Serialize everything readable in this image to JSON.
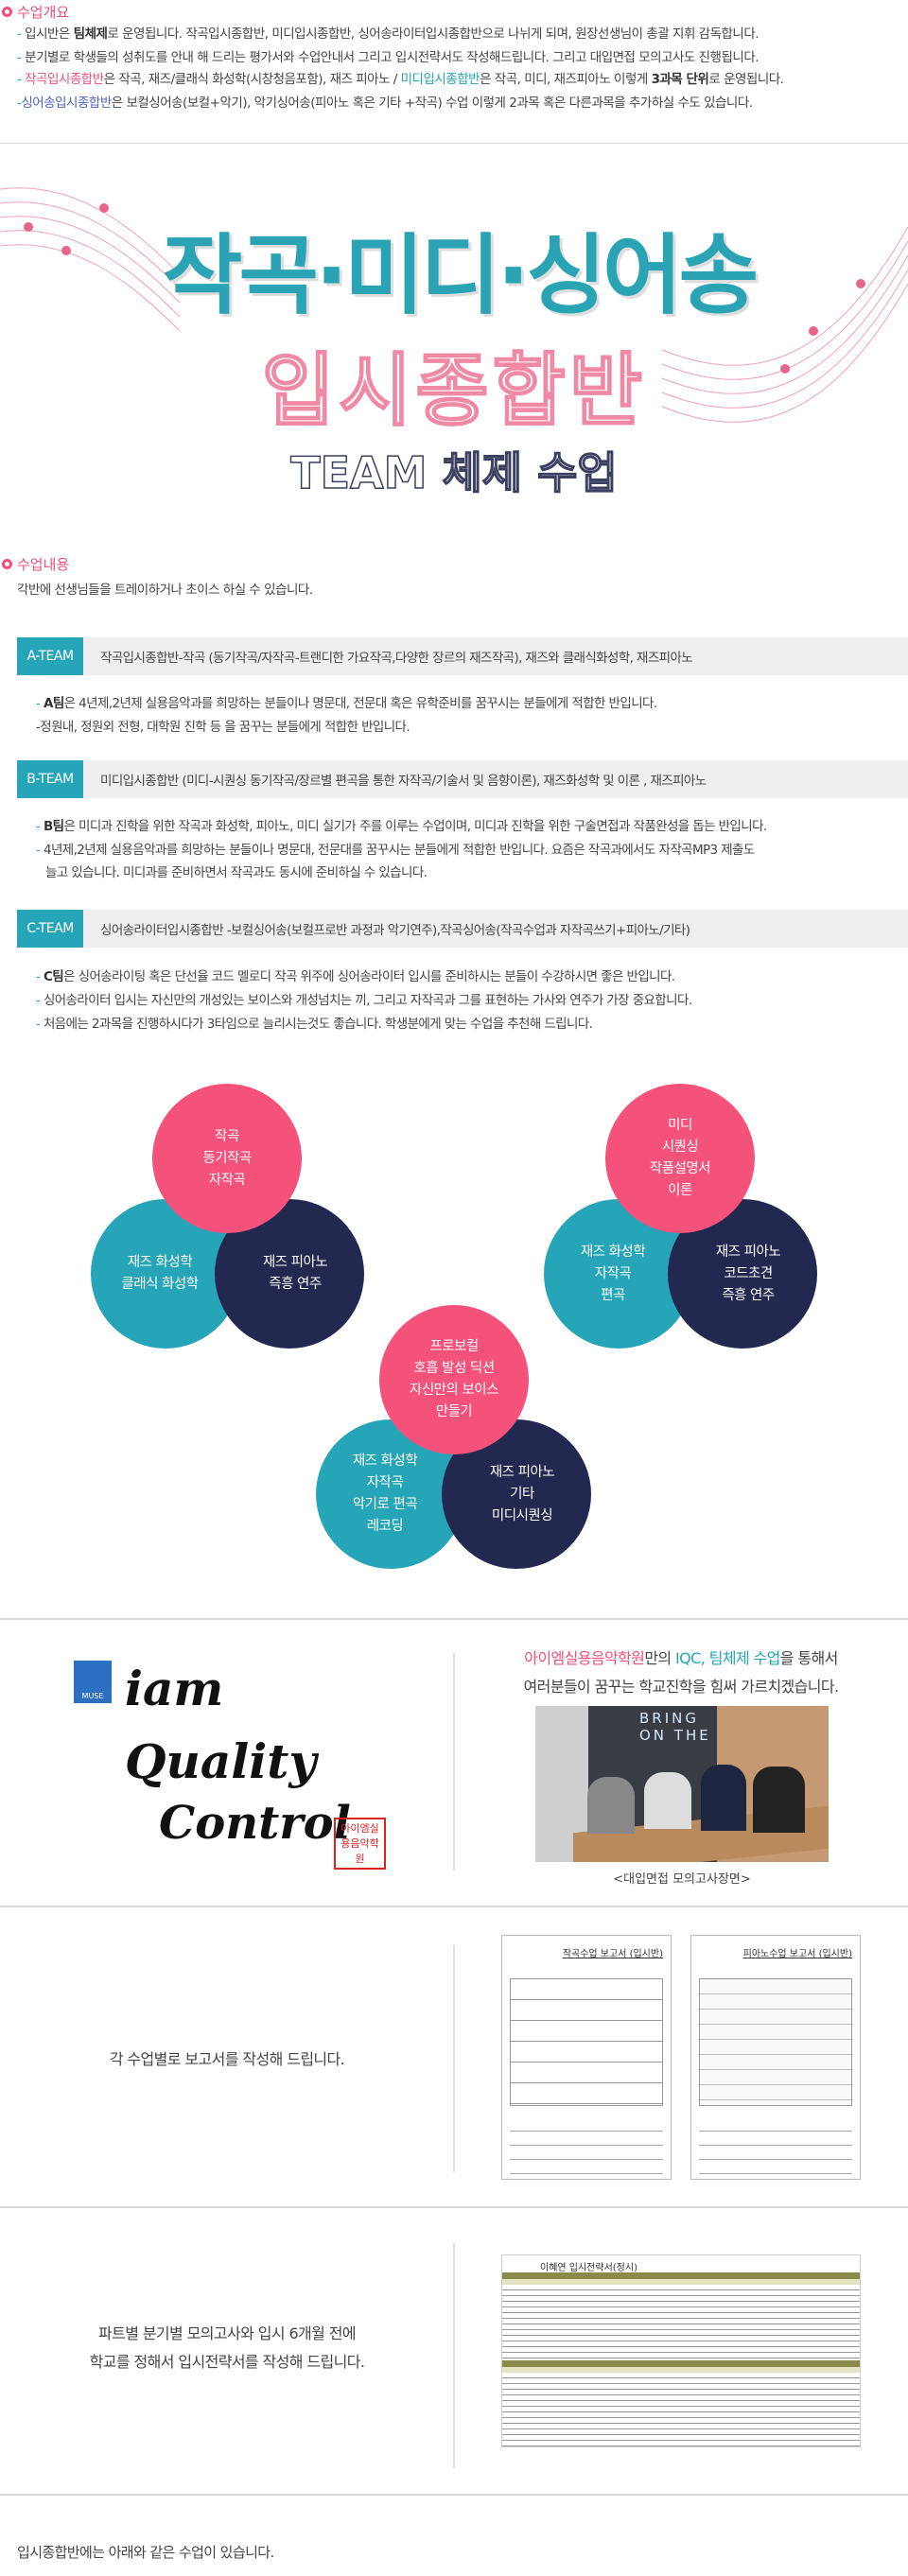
{
  "overview": {
    "title": "수업개요",
    "lines": [
      {
        "pre": "입시반은 ",
        "b": "팀체제",
        "post": "로 운영됩니다. 작곡입시종합반, 미디입시종합반, 싱어송라이터입시종합반으로 나뉘게 되며, 원장선생님이 총괄 지휘 감독합니다."
      },
      {
        "text": "분기별로 학생들의 성취도를 안내 해 드리는 평가서와 수업안내서 그리고 입시전략서도 작성해드립니다. 그리고 대입면접 모의고사도 진행됩니다."
      },
      {
        "a": "작곡입시종합반",
        "b": "은 작곡, 재즈/클래식 화성학(시창청음포함), 재즈 피아노 / ",
        "c": "미디입시종합반",
        "d": "은 작곡, 미디, 재즈피아노 이렇게 ",
        "e": "3과목 단위",
        "f": "로 운영됩니다."
      },
      {
        "a": "싱어송입시종합반",
        "b": "은 보컬싱어송(보컬+악기), 악기싱어송(피아노 혹은 기타 +작곡) 수업 이렇게 2과목 혹은 다른과목을 추가하실 수도 있습니다."
      }
    ]
  },
  "banner": {
    "title": "작곡·미디·싱어송",
    "subtitle": "입시종합반",
    "tagline": "TEAM 체제 수업"
  },
  "content": {
    "title": "수업내용",
    "intro": "각반에 선생님들을 트레이하거나 초이스 하실 수 있습니다.",
    "teams": [
      {
        "tag": "A-TEAM",
        "desc": "작곡입시종합반-작곡 (동기작곡/자작곡-트랜디한 가요작곡,다양한 장르의 재즈작곡), 재즈와 클래식화성학, 재즈피아노",
        "bullets": [
          {
            "b": "A팀",
            "t": "은 4년제,2년제 실용음악과를 희망하는 분들이나 명문대, 전문대 혹은 유학준비를 꿈꾸시는 분들에게 적합한 반입니다."
          },
          {
            "t": "-정원내, 정원외 전형, 대학원 진학 등 을 꿈꾸는 분들에게 적합한 반입니다."
          }
        ]
      },
      {
        "tag": "B-TEAM",
        "desc": "미디입시종합반 (미디-시퀀싱 동기작곡/장르별 편곡을 통한 자작곡/기술서 및 음향이론), 재즈화성학 및 이론 , 재즈피아노",
        "bullets": [
          {
            "b": "B팀",
            "t": "은 미디과 진학을 위한 작곡과 화성학, 피아노, 미디 실기가 주를 이루는 수업이며, 미디과 진학을 위한 구술면접과 작품완성을 돕는 반입니다."
          },
          {
            "t": "4년제,2년제 실용음악과를 희망하는 분들이나 명문대, 전문대를 꿈꾸시는 분들에게 적합한 반입니다. 요즘은 작곡과에서도 자작곡MP3 제출도"
          },
          {
            "t": "늘고 있습니다. 미디과를 준비하면서 작곡과도 동시에 준비하실 수 있습니다."
          }
        ]
      },
      {
        "tag": "C-TEAM",
        "desc": "싱어송라이터입시종합반 -보컬싱어송(보컬프로반 과정과  악기연주),작곡싱어송(작곡수업과 자작곡쓰기+피아노/기타)",
        "bullets": [
          {
            "b": "C팀",
            "t": "은 싱어송라이팅 혹은 단선율 코드 멜로디 작곡 위주에 싱어송라이터 입시를 준비하시는 분들이 수강하시면 좋은 반입니다."
          },
          {
            "t": "싱어송라이터 입시는 자신만의 개성있는 보이스와 개성넘치는 끼, 그리고 자작곡과 그를 표현하는 가사와 연주가 가장 중요합니다."
          },
          {
            "t": "처음에는 2과목을 진행하시다가 3타임으로 늘리시는것도 좋습니다. 학생분에게 맞는 수업을 추천해 드립니다."
          }
        ]
      }
    ]
  },
  "venn": [
    {
      "pink": "작곡\n동기작곡\n자작곡",
      "teal": "재즈 화성학\n클래식 화성학",
      "navy": "재즈 피아노\n즉흥 연주"
    },
    {
      "pink": "미디\n시퀀싱\n작품설명서\n이론",
      "teal": "재즈 화성학\n자작곡\n편곡",
      "navy": "재즈 피아노\n코드초견\n즉흥 연주"
    },
    {
      "pink": "프로보컬\n호흡 발성 딕션\n자신만의 보이스\n만들기",
      "teal": "재즈 화성학\n자작곡\n악기로 편곡\n레코딩",
      "navy": "재즈 피아노\n기타\n미디시퀀싱"
    }
  ],
  "iqc": {
    "logo": {
      "muse": "MUSE",
      "word1": "iam",
      "word2": "Quality",
      "word3": "Control",
      "stamp": "아이엠실용음악학원"
    },
    "line1": {
      "a": "아이엠실용음악학원",
      "b": "만의 ",
      "c": "IQC, 팀체제 수업",
      "d": "을 통해서"
    },
    "line2": "여러분들이 꿈꾸는 학교진학을 힘써 가르치겠습니다.",
    "photo_sign": "BRING ON THE",
    "caption": "<대입면접 모의고사장면>"
  },
  "reports": {
    "text": "각 수업별로 보고서를 작성해 드립니다.",
    "doc1": "작곡수업 보고서 (입시반)",
    "doc2": "피아노수업 보고서 (입시반)"
  },
  "strategy": {
    "line1": "파트별 분기별 모의고사와 입시 6개월 전에",
    "line2": "학교를 정해서 입시전략서를 작성해 드립니다.",
    "doc": "이혜연 입시전략서(정시)"
  },
  "footer": "입시종합반에는 아래와 같은 수업이 있습니다.",
  "colors": {
    "pink": "#f0507a",
    "teal": "#26a5b8",
    "navy": "#232850"
  }
}
